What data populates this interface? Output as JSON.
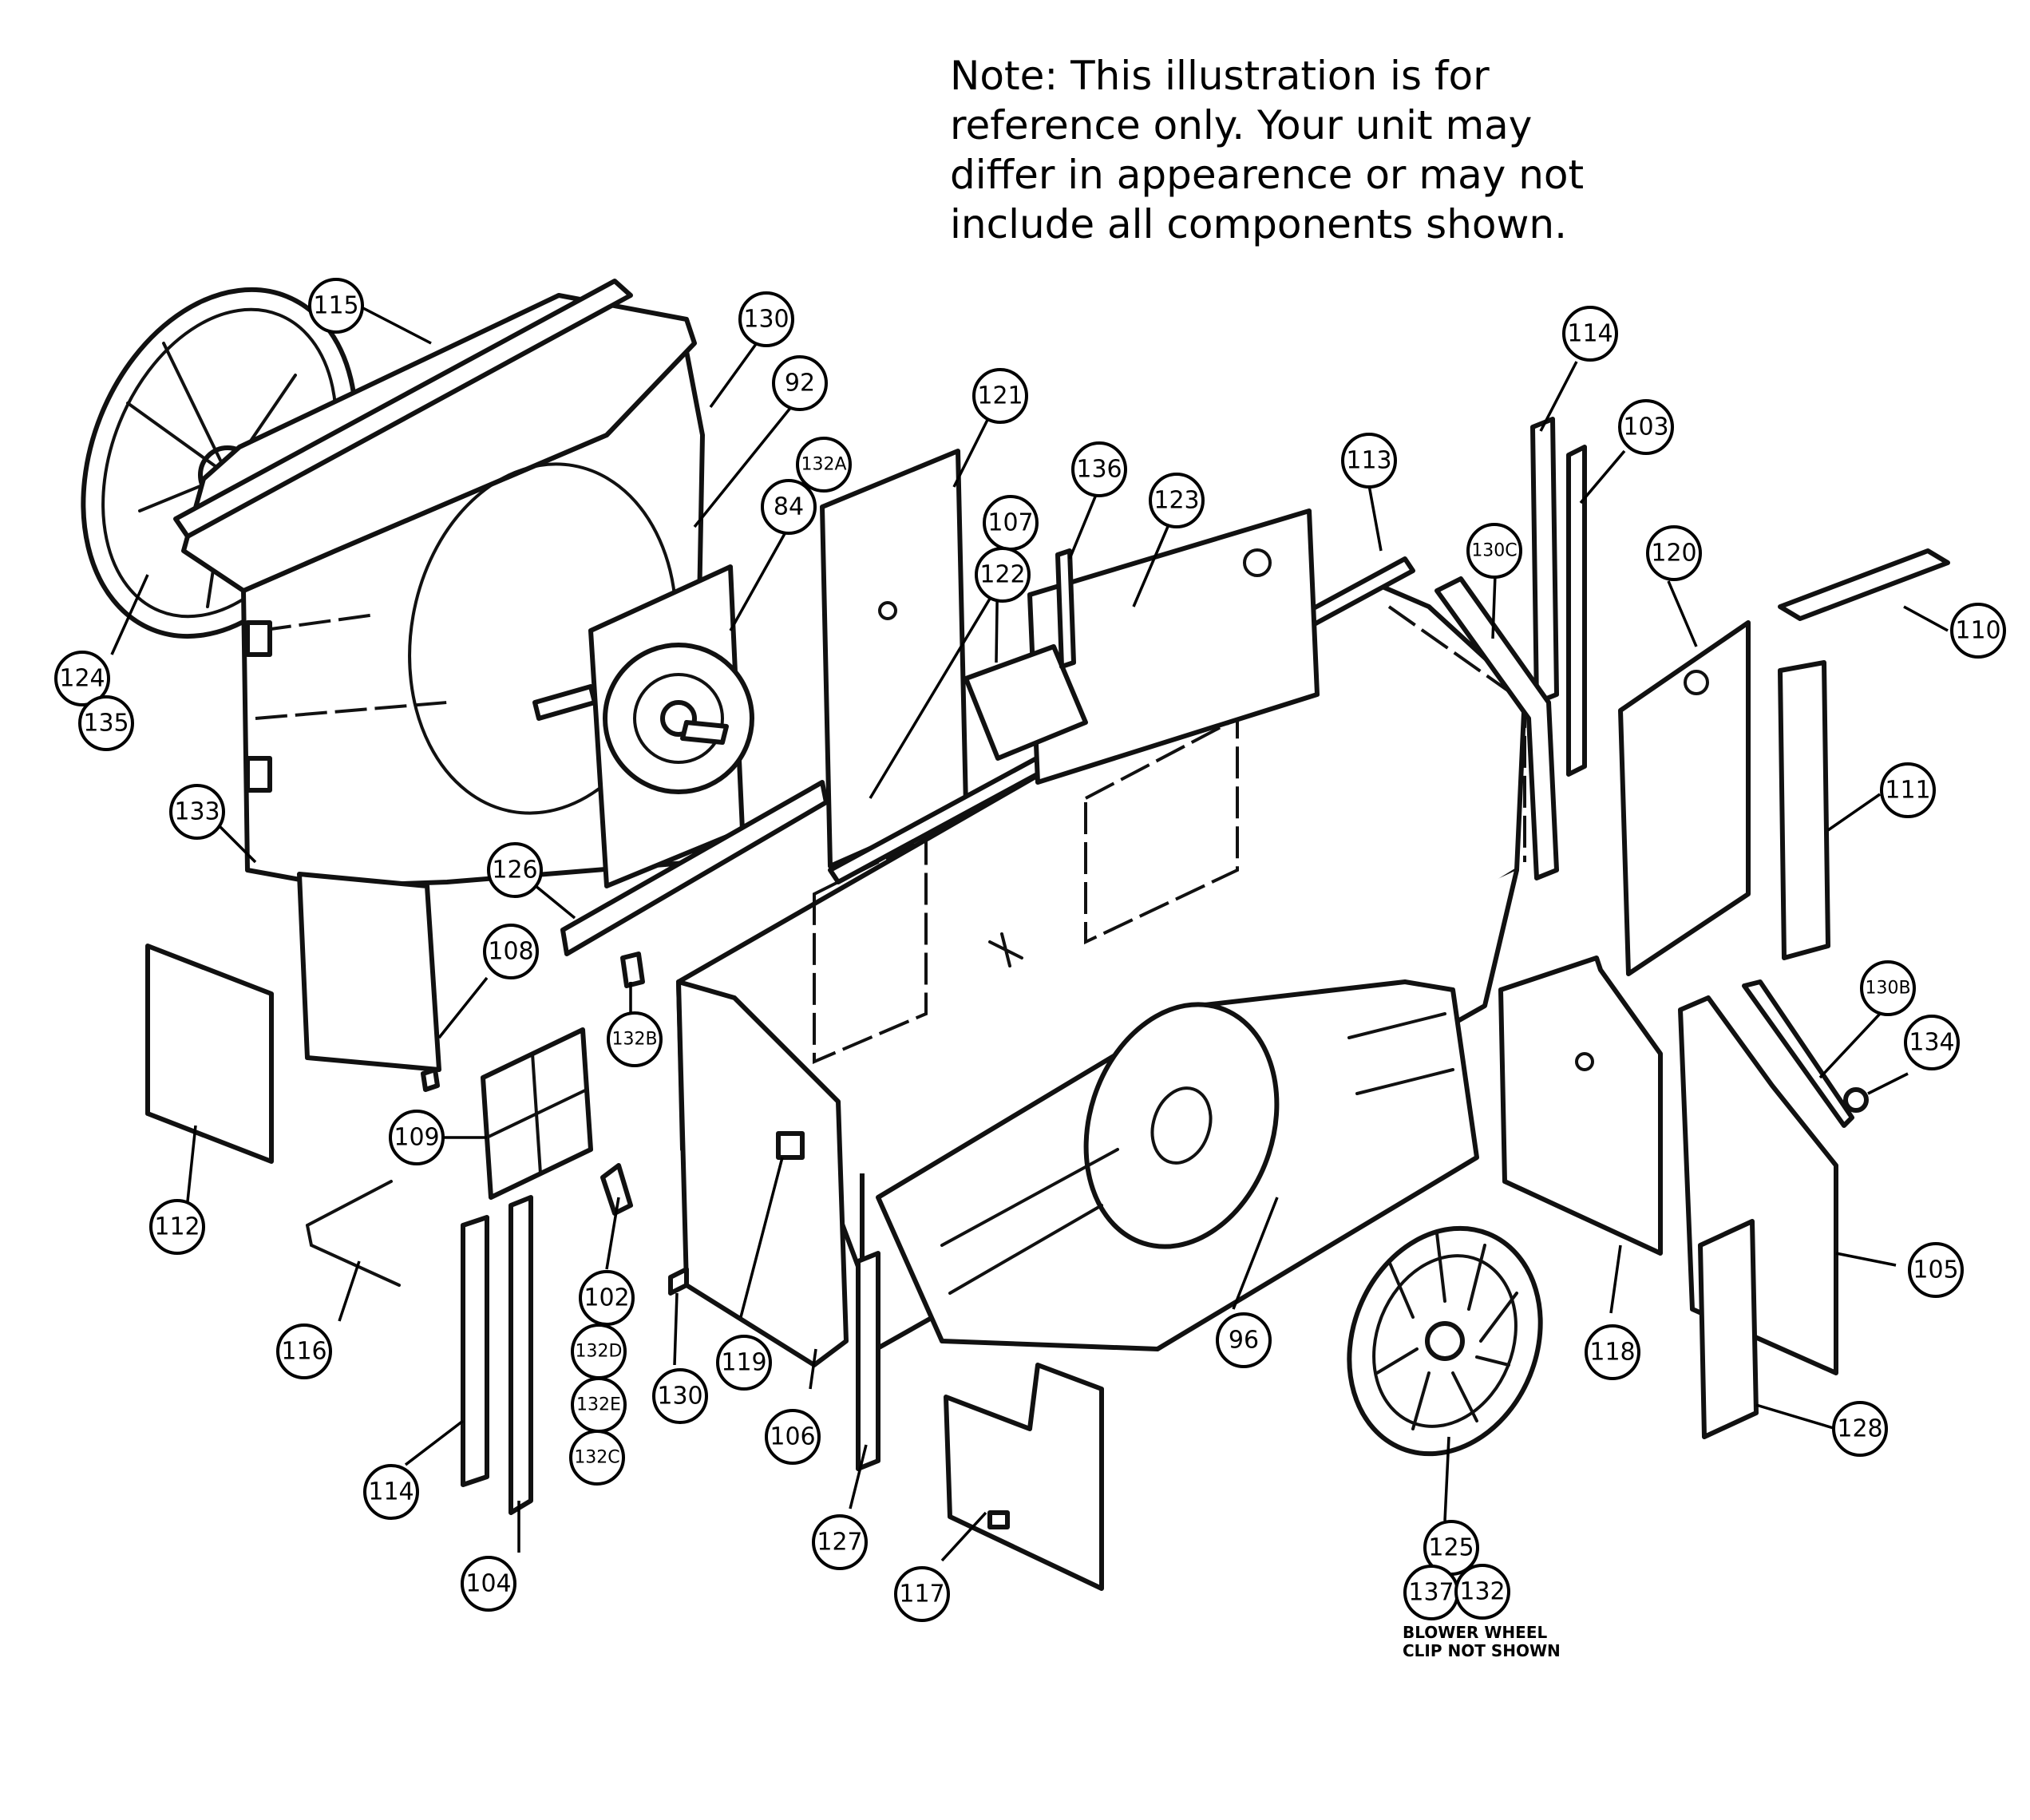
{
  "note": {
    "lines": [
      "Note: This illustration is for",
      "reference only. Your unit may",
      "differ in appearence or may not",
      "include all components shown."
    ]
  },
  "callouts": [
    {
      "id": "c115",
      "label": "115"
    },
    {
      "id": "c130a",
      "label": "130"
    },
    {
      "id": "c92",
      "label": "92"
    },
    {
      "id": "c132A",
      "label": "132A"
    },
    {
      "id": "c84",
      "label": "84"
    },
    {
      "id": "c121",
      "label": "121"
    },
    {
      "id": "c136",
      "label": "136"
    },
    {
      "id": "c107",
      "label": "107"
    },
    {
      "id": "c122",
      "label": "122"
    },
    {
      "id": "c123",
      "label": "123"
    },
    {
      "id": "c113",
      "label": "113"
    },
    {
      "id": "c114a",
      "label": "114"
    },
    {
      "id": "c103",
      "label": "103"
    },
    {
      "id": "c130C",
      "label": "130C"
    },
    {
      "id": "c120",
      "label": "120"
    },
    {
      "id": "c110",
      "label": "110"
    },
    {
      "id": "c111",
      "label": "111"
    },
    {
      "id": "c124",
      "label": "124"
    },
    {
      "id": "c135",
      "label": "135"
    },
    {
      "id": "c133",
      "label": "133"
    },
    {
      "id": "c126",
      "label": "126"
    },
    {
      "id": "c108",
      "label": "108"
    },
    {
      "id": "c132B",
      "label": "132B"
    },
    {
      "id": "c109",
      "label": "109"
    },
    {
      "id": "c112",
      "label": "112"
    },
    {
      "id": "c116",
      "label": "116"
    },
    {
      "id": "c102",
      "label": "102"
    },
    {
      "id": "c132D",
      "label": "132D"
    },
    {
      "id": "c132E",
      "label": "132E"
    },
    {
      "id": "c132C",
      "label": "132C"
    },
    {
      "id": "c114b",
      "label": "114"
    },
    {
      "id": "c104",
      "label": "104"
    },
    {
      "id": "c130b",
      "label": "130"
    },
    {
      "id": "c119",
      "label": "119"
    },
    {
      "id": "c106",
      "label": "106"
    },
    {
      "id": "c127",
      "label": "127"
    },
    {
      "id": "c117",
      "label": "117"
    },
    {
      "id": "c96",
      "label": "96"
    },
    {
      "id": "c125",
      "label": "125"
    },
    {
      "id": "c137",
      "label": "137"
    },
    {
      "id": "c132",
      "label": "132"
    },
    {
      "id": "c118",
      "label": "118"
    },
    {
      "id": "c130B",
      "label": "130B"
    },
    {
      "id": "c134",
      "label": "134"
    },
    {
      "id": "c105",
      "label": "105"
    },
    {
      "id": "c128",
      "label": "128"
    }
  ],
  "footnote": {
    "line1": "BLOWER WHEEL",
    "line2": "CLIP NOT SHOWN"
  }
}
